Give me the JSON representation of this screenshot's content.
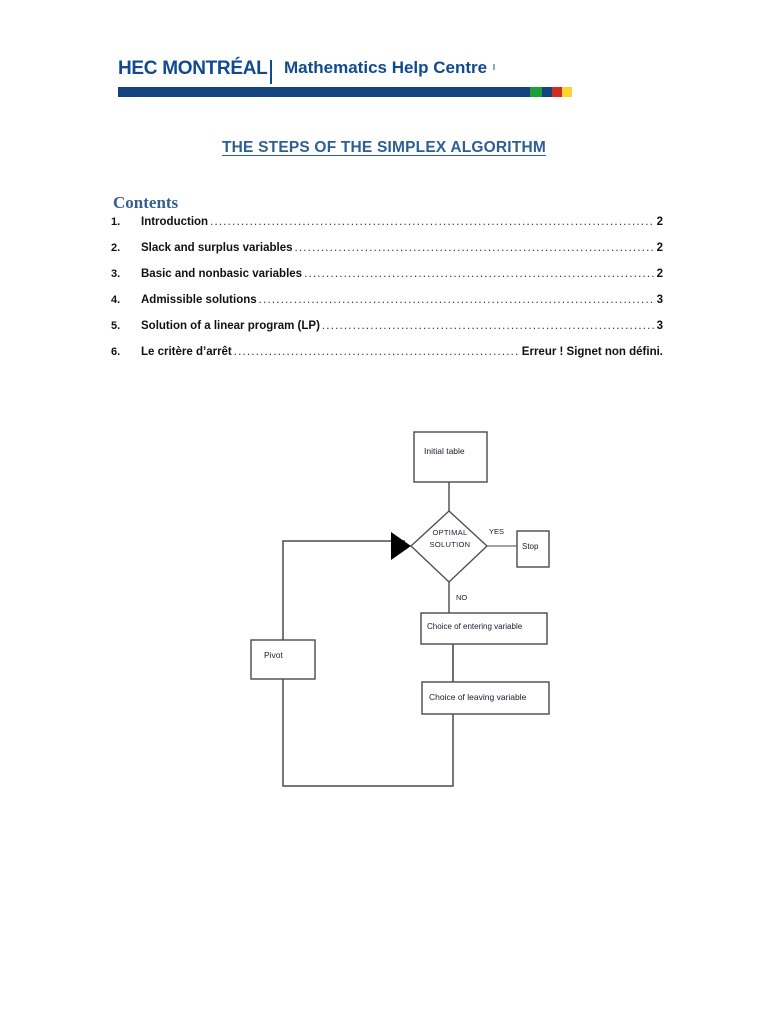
{
  "header": {
    "logo_primary": "HEC MONTRÉAL",
    "logo_secondary": "Mathematics Help Centre",
    "bar_colors": {
      "main": "#14447E",
      "green": "#1DA03C",
      "blue": "#14447E",
      "red": "#D32A22",
      "yellow": "#FBD431"
    }
  },
  "title": "THE STEPS OF THE SIMPLEX ALGORITHM",
  "contents": {
    "heading": "Contents",
    "items": [
      {
        "num": "1.",
        "label": "Introduction",
        "page": "2"
      },
      {
        "num": "2.",
        "label": "Slack and surplus variables",
        "page": "2"
      },
      {
        "num": "3.",
        "label": "Basic and nonbasic variables",
        "page": "2"
      },
      {
        "num": "4.",
        "label": "Admissible solutions",
        "page": "3"
      },
      {
        "num": "5.",
        "label": "Solution of a linear program (LP)",
        "page": "3"
      },
      {
        "num": "6.",
        "label": "Le critère d’arrêt",
        "page": "Erreur ! Signet non défini."
      }
    ]
  },
  "flowchart": {
    "type": "flowchart",
    "nodes": {
      "initial_table": "Initial table",
      "optimal_solution_line1": "OPTIMAL",
      "optimal_solution_line2": "SOLUTION",
      "stop": "Stop",
      "entering_variable": "Choice of entering variable",
      "leaving_variable": "Choice of leaving variable",
      "pivot": "Pivot"
    },
    "edge_labels": {
      "yes": "YES",
      "no": "NO"
    }
  }
}
